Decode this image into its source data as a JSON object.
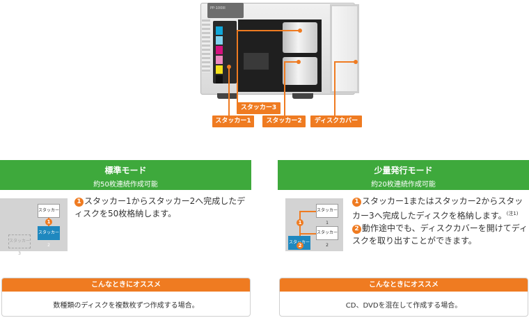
{
  "figure": {
    "model_label": "PP-100III",
    "labels": {
      "stacker3": "スタッカー3",
      "stacker1": "スタッカー1",
      "stacker2": "スタッカー2",
      "disc_cover": "ディスクカバー"
    }
  },
  "colors": {
    "green": "#3ea93c",
    "orange": "#ef7b21",
    "blue": "#1f88bf"
  },
  "modes": [
    {
      "title": "標準モード",
      "subtitle": "約50枚連続作成可能",
      "diagram": {
        "stacker1": "スタッカー1",
        "stacker2": "スタッカー2",
        "stacker3": "スタッカー3",
        "badge": "1"
      },
      "description": {
        "badge": "1",
        "text": "スタッカー1からスタッカー2へ完成したディスクを50枚格納します。"
      },
      "recommend_title": "こんなときにオススメ",
      "recommend_text": "数種類のディスクを複数枚ずつ作成する場合。"
    },
    {
      "title": "少量発行モード",
      "subtitle": "約20枚連続作成可能",
      "diagram": {
        "stacker1": "スタッカー1",
        "stacker2": "スタッカー2",
        "stacker3": "スタッカー3",
        "badge1": "1",
        "badge2": "2"
      },
      "description": {
        "badge1": "1",
        "text1": "スタッカー1またはスタッカー2からスタッカー3へ完成したディスクを格納します。",
        "note": "(注1)",
        "badge2": "2",
        "text2": "動作途中でも、ディスクカバーを開けてディスクを取り出すことができます。"
      },
      "recommend_title": "こんなときにオススメ",
      "recommend_text": "CD、DVDを混在して作成する場合。"
    }
  ]
}
